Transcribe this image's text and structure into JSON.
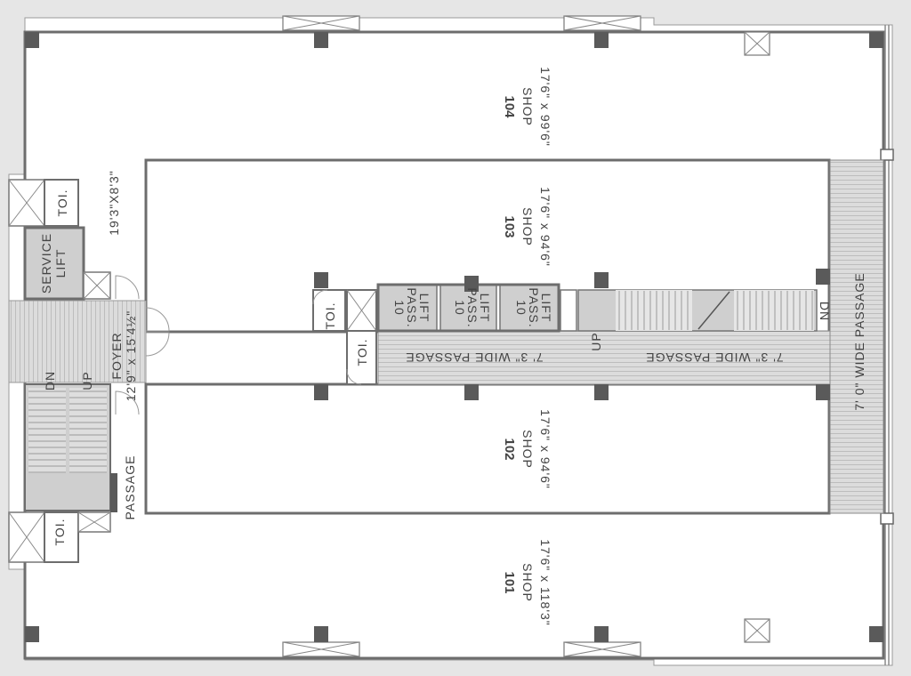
{
  "shops": [
    {
      "number": "104",
      "type": "SHOP",
      "size": "17'6\" x 99'6\""
    },
    {
      "number": "103",
      "type": "SHOP",
      "size": "17'6\" x 94'6\""
    },
    {
      "number": "102",
      "type": "SHOP",
      "size": "17'6\" x 94'6\""
    },
    {
      "number": "101",
      "type": "SHOP",
      "size": "17'6\" x 118'3\""
    }
  ],
  "lifts": [
    {
      "count": "10",
      "label": "PASS.",
      "sub": "LIFT"
    },
    {
      "count": "10",
      "label": "PASS.",
      "sub": "LIFT"
    },
    {
      "count": "10",
      "label": "PASS.",
      "sub": "LIFT"
    }
  ],
  "service_lift": {
    "line1": "SERVICE",
    "line2": "LIFT"
  },
  "toilet": "TOI.",
  "foyer": {
    "name": "FOYER",
    "size": "12'9\" x 15'4½\""
  },
  "room_size_label": "19'3\"X8'3\"",
  "passages": {
    "wide_7_0": "7' 0\" WIDE PASSAGE",
    "wide_7_3": "7' 3\" WIDE PASSAGE",
    "left": "PASSAGE"
  },
  "stairs": {
    "up": "UP",
    "down": "DN"
  },
  "colors": {
    "background": "#e6e6e6",
    "floor": "#ffffff",
    "wall": "#6d6d6d",
    "column": "#5a5a5a",
    "lift_fill": "#cfcfcf"
  }
}
